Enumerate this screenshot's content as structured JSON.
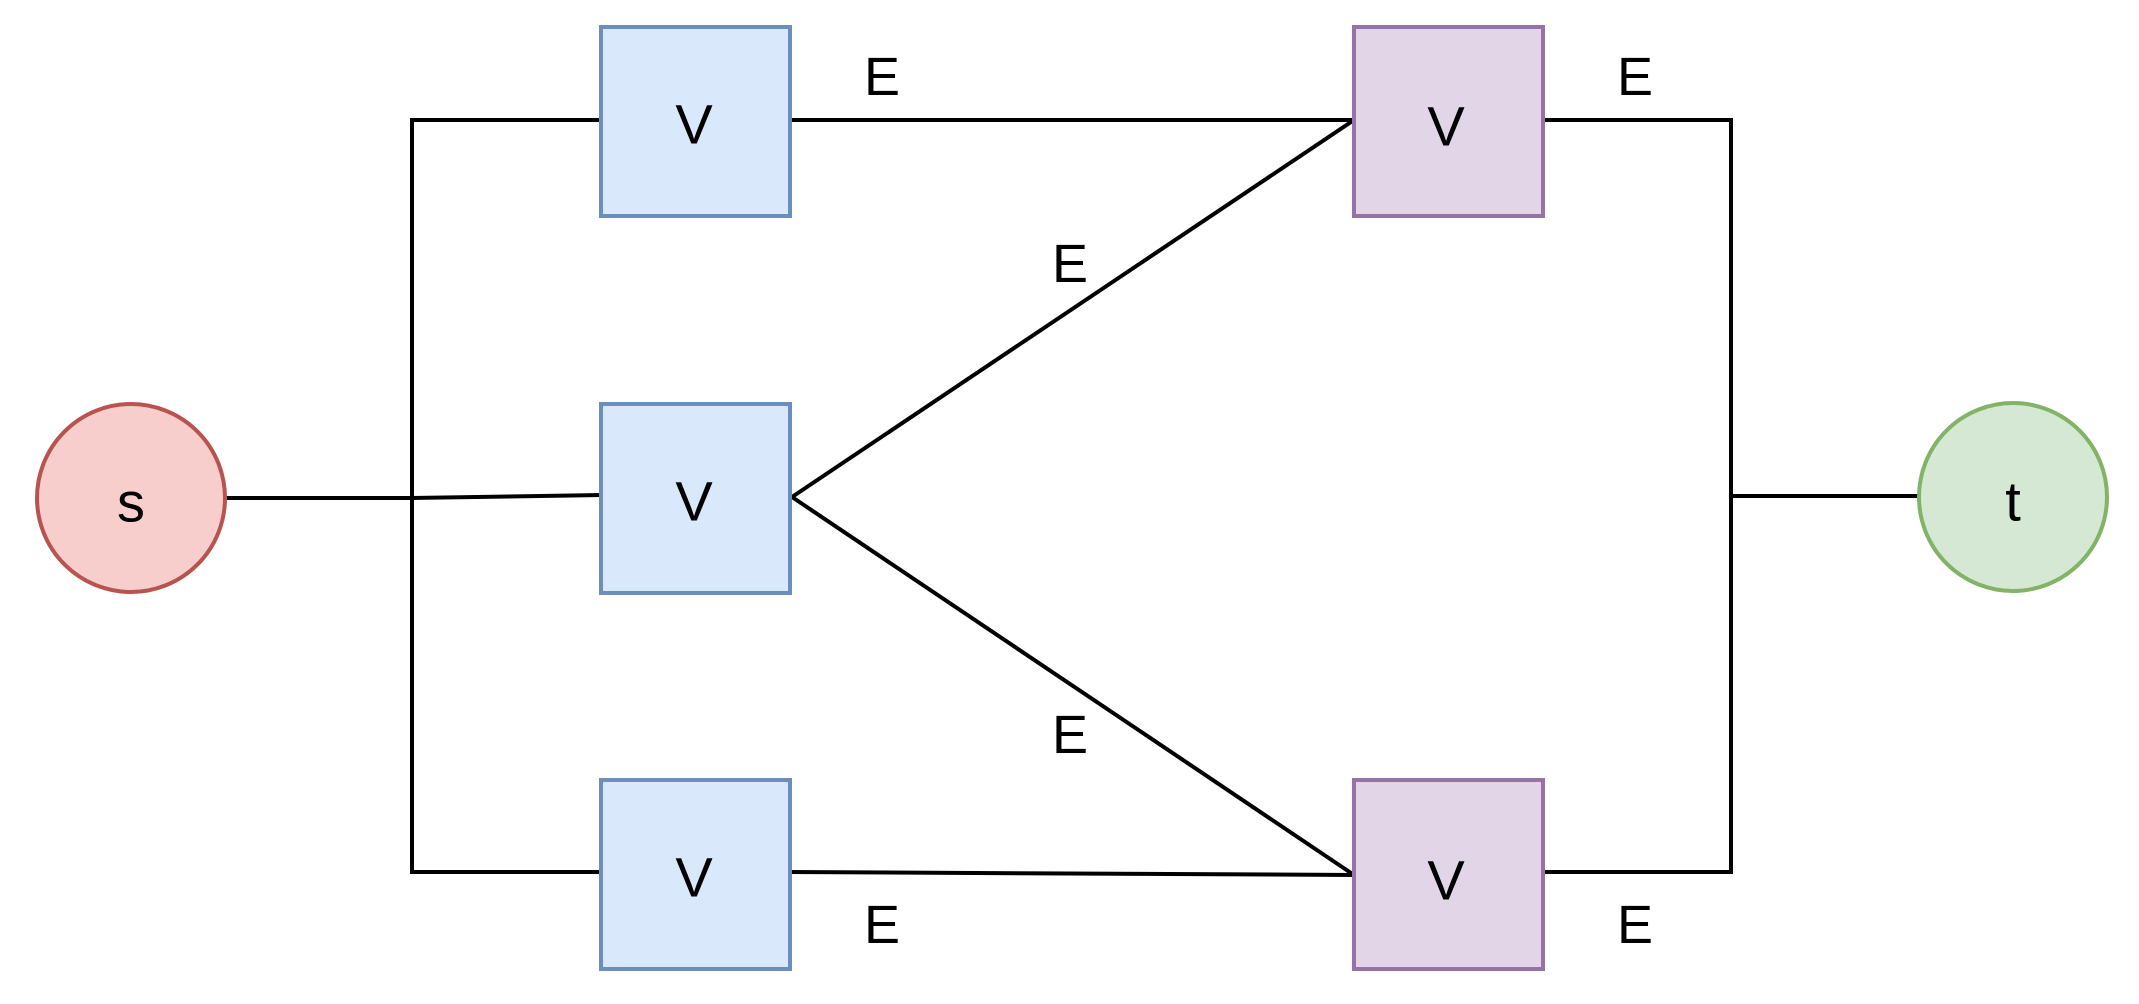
{
  "colors": {
    "source_fill": "#f8cecc",
    "source_stroke": "#b85450",
    "sink_fill": "#d5e8d4",
    "sink_stroke": "#82b366",
    "left_vertex_fill": "#dae8fc",
    "left_vertex_stroke": "#6c8ebf",
    "right_vertex_fill": "#e1d5e7",
    "right_vertex_stroke": "#9673a6",
    "edge_color": "#000000"
  },
  "nodes": {
    "source": {
      "label": "s"
    },
    "sink": {
      "label": "t"
    },
    "left_top": {
      "label": "V"
    },
    "left_middle": {
      "label": "V"
    },
    "left_bottom": {
      "label": "V"
    },
    "right_top": {
      "label": "V"
    },
    "right_bottom": {
      "label": "V"
    }
  },
  "edge_labels": {
    "top_horizontal": "E",
    "top_right_exit": "E",
    "diagonal_up": "E",
    "diagonal_down": "E",
    "bottom_horizontal": "E",
    "bottom_right_exit": "E"
  }
}
